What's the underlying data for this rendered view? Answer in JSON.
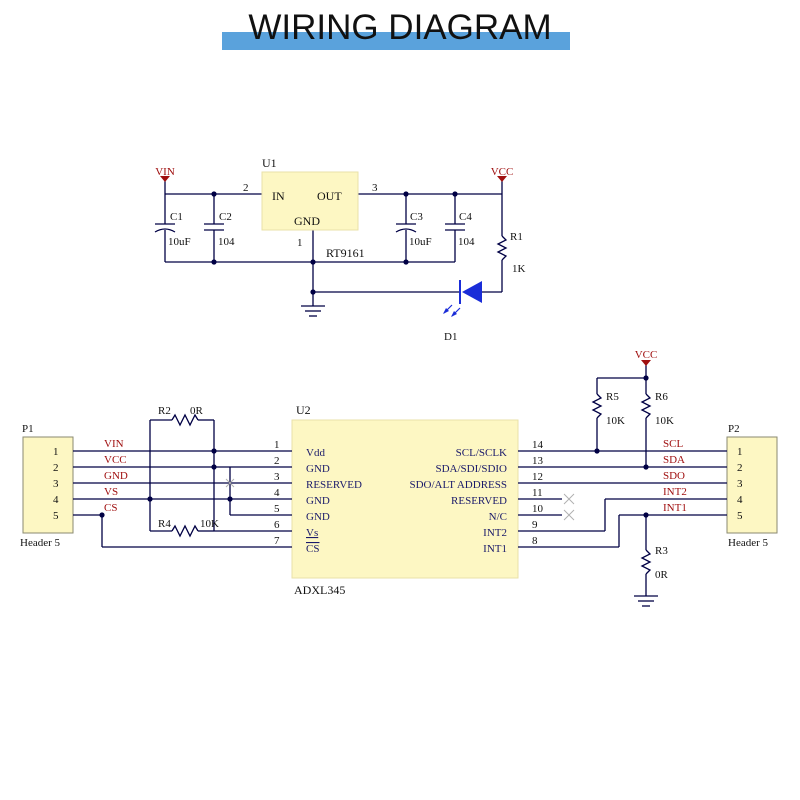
{
  "title": "WIRING DIAGRAM",
  "colors": {
    "accent_bar": "#5aa2dc",
    "wire": "#000044",
    "label_red": "#a01010",
    "module_fill": "#fdf7c3",
    "led_blue": "#1a2dd8",
    "chip_label": "#1a1a6a",
    "text_dark": "#111111"
  },
  "regulator": {
    "ref": "U1",
    "part": "RT9161",
    "pins": {
      "in": "IN",
      "out": "OUT",
      "gnd": "GND"
    },
    "pin_numbers": {
      "in": "2",
      "out": "3",
      "gnd": "1"
    },
    "vin_label": "VIN",
    "vcc_label": "VCC",
    "capacitors": [
      {
        "ref": "C1",
        "value": "10uF"
      },
      {
        "ref": "C2",
        "value": "104"
      },
      {
        "ref": "C3",
        "value": "10uF"
      },
      {
        "ref": "C4",
        "value": "104"
      }
    ],
    "resistor": {
      "ref": "R1",
      "value": "1K"
    },
    "led": {
      "ref": "D1"
    }
  },
  "sensor": {
    "ref": "U2",
    "part": "ADXL345",
    "left_pins": [
      {
        "num": "1",
        "name": "Vdd"
      },
      {
        "num": "2",
        "name": "GND"
      },
      {
        "num": "3",
        "name": "RESERVED"
      },
      {
        "num": "4",
        "name": "GND"
      },
      {
        "num": "5",
        "name": "GND"
      },
      {
        "num": "6",
        "name": "Vs"
      },
      {
        "num": "7",
        "name": "CS"
      }
    ],
    "right_pins": [
      {
        "num": "14",
        "name": "SCL/SCLK"
      },
      {
        "num": "13",
        "name": "SDA/SDI/SDIO"
      },
      {
        "num": "12",
        "name": "SDO/ALT ADDRESS"
      },
      {
        "num": "11",
        "name": "RESERVED"
      },
      {
        "num": "10",
        "name": "N/C"
      },
      {
        "num": "9",
        "name": "INT2"
      },
      {
        "num": "8",
        "name": "INT1"
      }
    ]
  },
  "resistors": [
    {
      "ref": "R2",
      "value": "0R"
    },
    {
      "ref": "R4",
      "value": "10K"
    },
    {
      "ref": "R5",
      "value": "10K"
    },
    {
      "ref": "R6",
      "value": "10K"
    },
    {
      "ref": "R3",
      "value": "0R"
    }
  ],
  "vcc_top_label": "VCC",
  "header_p1": {
    "ref": "P1",
    "caption": "Header 5",
    "pins": [
      "1",
      "2",
      "3",
      "4",
      "5"
    ],
    "signals": [
      "VIN",
      "VCC",
      "GND",
      "VS",
      "CS"
    ]
  },
  "header_p2": {
    "ref": "P2",
    "caption": "Header 5",
    "pins": [
      "1",
      "2",
      "3",
      "4",
      "5"
    ],
    "signals": [
      "SCL",
      "SDA",
      "SDO",
      "INT2",
      "INT1"
    ]
  }
}
